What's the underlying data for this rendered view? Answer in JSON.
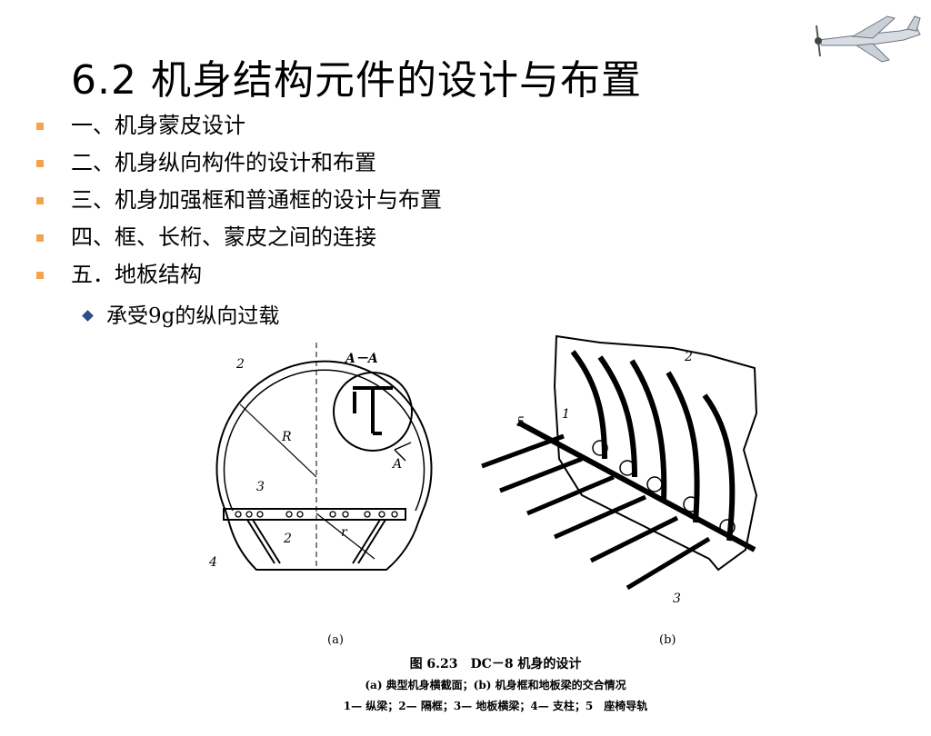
{
  "slide": {
    "title": "6.2 机身结构元件的设计与布置",
    "bullets": [
      "一、机身蒙皮设计",
      "二、机身纵向构件的设计和布置",
      "三、机身加强框和普通框的设计与布置",
      "四、框、长桁、蒙皮之间的连接",
      "五．地板结构"
    ],
    "sub_bullet": "承受9g的纵向过载"
  },
  "figure": {
    "section_label": "A－A",
    "label_a": "(a)",
    "label_b": "(b)",
    "caption": "图 6.23　DC－8 机身的设计",
    "caption_line2": "(a) 典型机身横截面；(b) 机身框和地板梁的交合情况",
    "caption_line3": "1— 纵梁；2— 隔框；3— 地板横梁；4— 支柱；5　座椅导轨",
    "callouts": {
      "c1": "1",
      "c2": "2",
      "c3": "3",
      "c4": "4",
      "c5": "5",
      "R": "R",
      "r": "r",
      "A": "A"
    }
  }
}
